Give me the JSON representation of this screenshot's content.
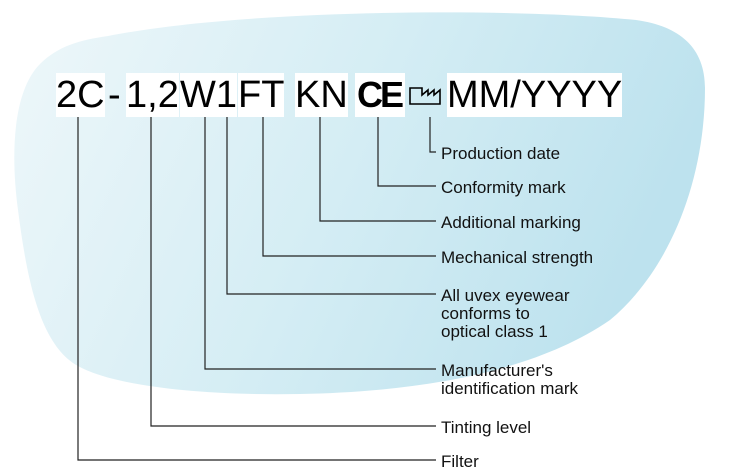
{
  "marking": {
    "filter": "2C",
    "separator": "-",
    "tinting_level": "1,2",
    "manufacturer": "W1",
    "mechanical_strength": "FT",
    "additional": "KN",
    "conformity_icon": "ce-mark-icon",
    "production_icon": "factory-icon",
    "production_date": "MM/YYYY"
  },
  "labels": {
    "production_date": "Production date",
    "conformity_mark": "Conformity mark",
    "additional_marking": "Additional marking",
    "mechanical_strength": "Mechanical strength",
    "optical_class_line1": "All uvex eyewear",
    "optical_class_line2": "conforms to",
    "optical_class_line3": "optical class 1",
    "manufacturer_line1": "Manufacturer's",
    "manufacturer_line2": "identification mark",
    "tinting_level": "Tinting level",
    "filter": "Filter"
  },
  "colors": {
    "lens_light": "#eef7fa",
    "lens_dark": "#bfe3ee",
    "leader_line": "#222222"
  }
}
